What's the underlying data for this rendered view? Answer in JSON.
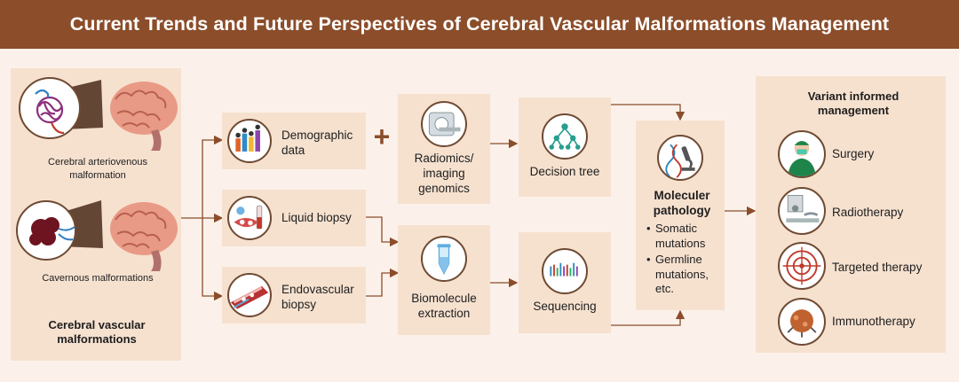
{
  "title": "Current Trends and Future Perspectives of Cerebral Vascular Malformations Management",
  "left": {
    "avm_label": "Cerebral arteriovenous malformation",
    "cavernous_label": "Cavernous malformations",
    "group_label": "Cerebral vascular malformations"
  },
  "inputs": {
    "demographic": "Demographic data",
    "liquid": "Liquid biopsy",
    "endovascular": "Endovascular biopsy",
    "plus": "+"
  },
  "middle": {
    "radiomics": "Radiomics/ imaging genomics",
    "biomolecule": "Biomolecule extraction"
  },
  "analysis": {
    "decision_tree": "Decision tree",
    "sequencing": "Sequencing"
  },
  "pathology": {
    "title": "Moleculer pathology",
    "items": [
      "Somatic mutations",
      "Germline mutations, etc."
    ]
  },
  "management": {
    "title": "Variant informed management",
    "items": [
      "Surgery",
      "Radiotherapy",
      "Targeted therapy",
      "Immunotherapy"
    ]
  },
  "colors": {
    "header": "#8b4d2a",
    "box": "#f6e1cf",
    "background": "#fbf1ea",
    "arrow": "#8b4d2a"
  }
}
